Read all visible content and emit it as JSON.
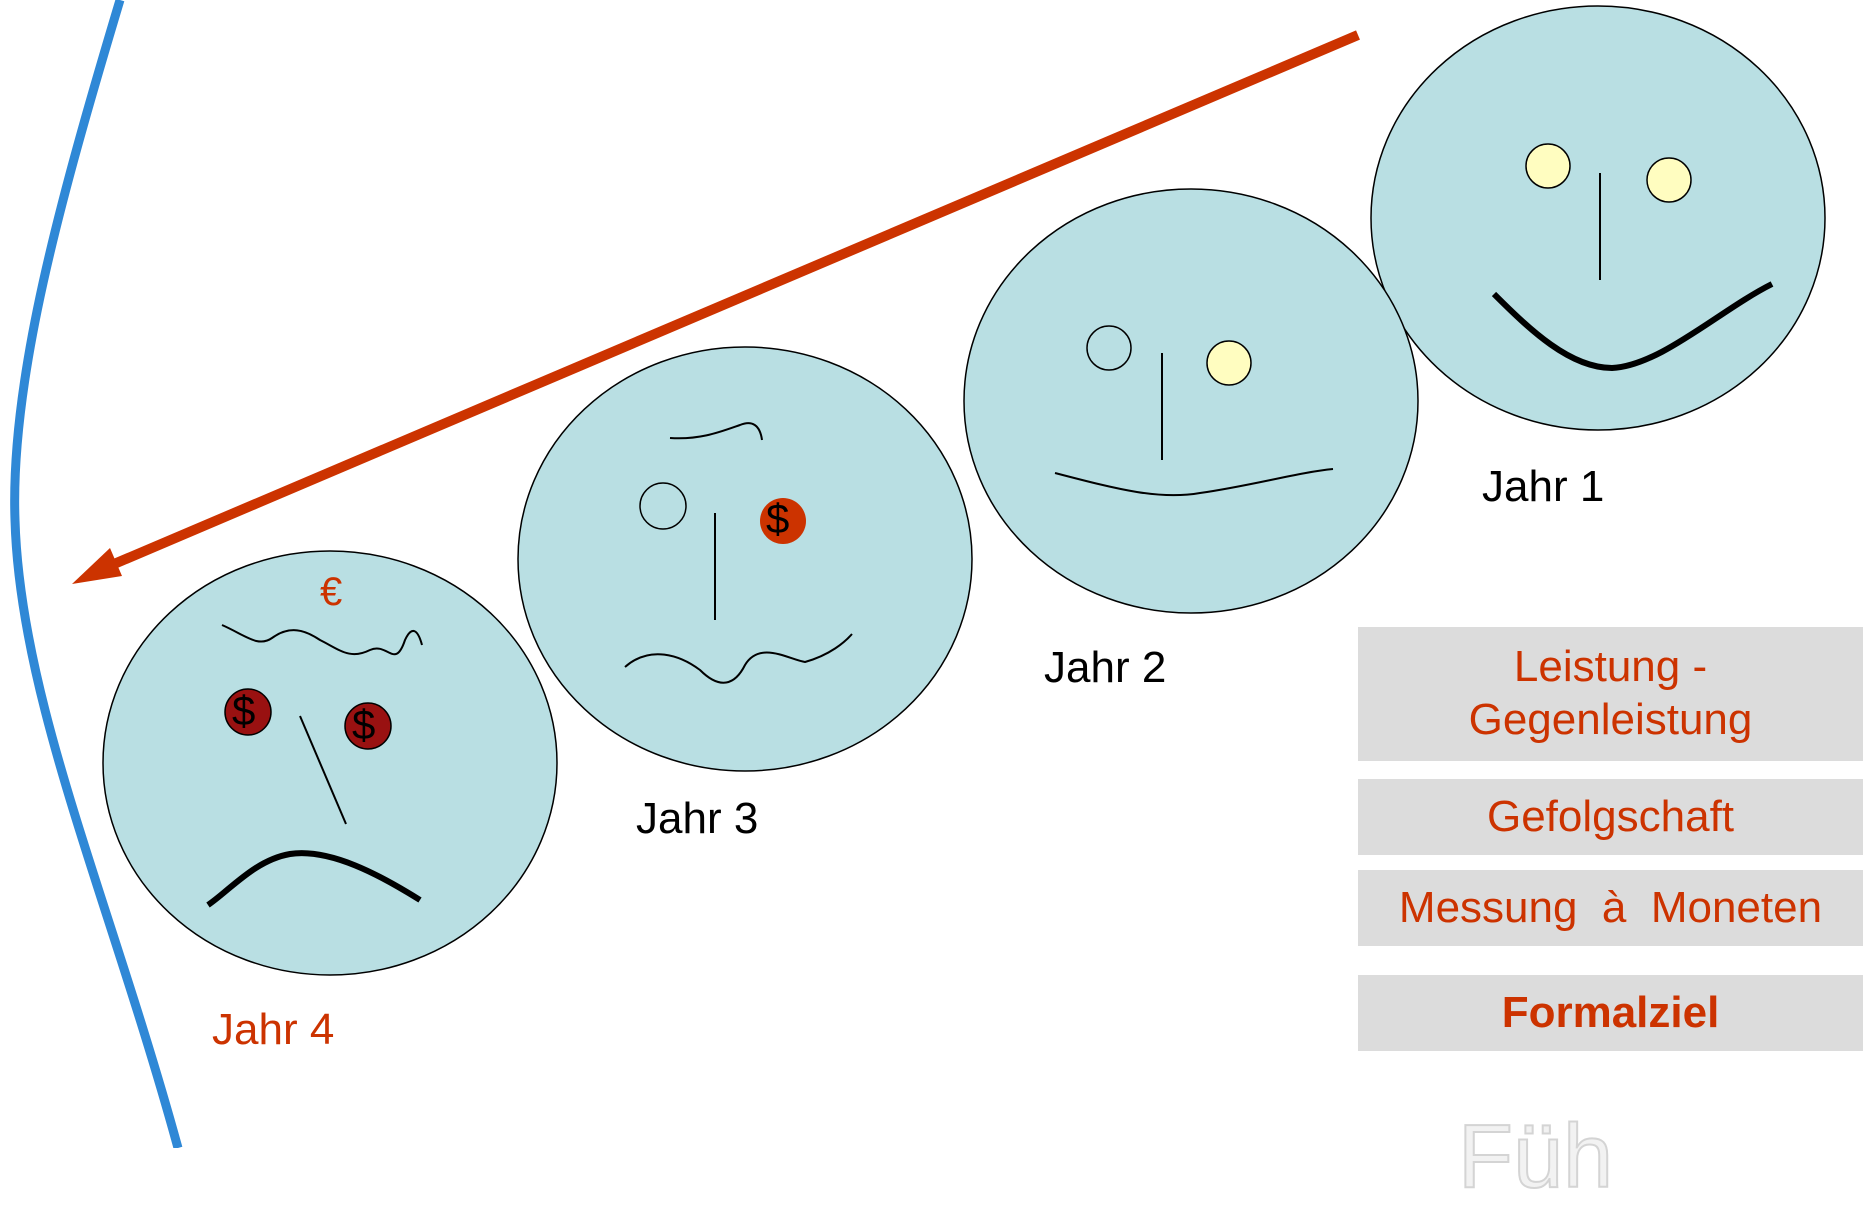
{
  "slide": {
    "title": "MbO ?",
    "title_color": "#cc3300",
    "accent_color": "#cc3300",
    "face_color": "#b9dfe3",
    "eye_color": "#fffdc0",
    "coin_color": "#cc3300",
    "dark_coin_color": "#991111",
    "curve_color": "#2f88d6",
    "faded_text": "Füh"
  },
  "faces": [
    {
      "label": "Jahr 1",
      "mood": "happy",
      "label_color": "#000000"
    },
    {
      "label": "Jahr 2",
      "mood": "neutral",
      "label_color": "#000000"
    },
    {
      "label": "Jahr 3",
      "mood": "worried",
      "symbol": "$",
      "label_color": "#000000"
    },
    {
      "label": "Jahr 4",
      "mood": "sad",
      "symbol": "$",
      "currency": "€",
      "label_color": "#cc3300"
    }
  ],
  "tags": [
    {
      "line1": "Leistung -",
      "line2": "Gegenleistung"
    },
    {
      "text": "Gefolgschaft"
    },
    {
      "text": "Messung  à  Moneten"
    },
    {
      "text": "Formalziel"
    }
  ]
}
